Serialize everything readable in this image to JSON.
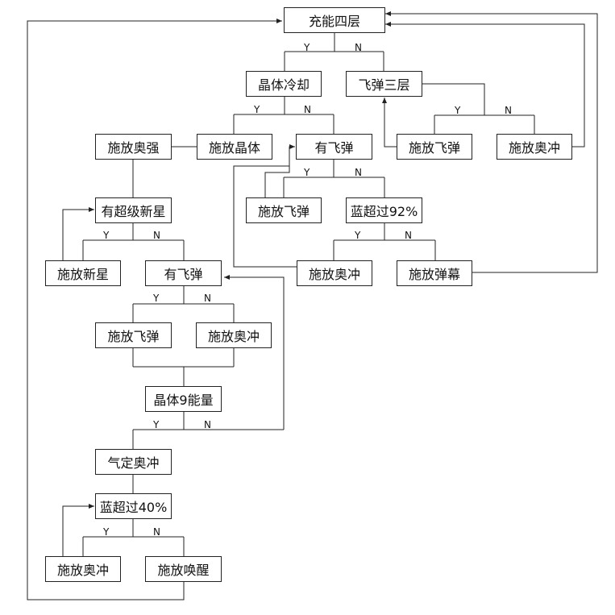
{
  "nodes": {
    "n_top": "充能四层",
    "n_crystal_cd": "晶体冷却",
    "n_fly3": "飞弹三层",
    "n_cast_orb_strong": "施放奥强",
    "n_cast_crystal": "施放晶体",
    "n_has_fly_a": "有飞弹",
    "n_cast_fly_r": "施放飞弹",
    "n_cast_ac_r": "施放奥冲",
    "n_cast_fly_m": "施放飞弹",
    "n_blue92": "蓝超过92%",
    "n_supernova": "有超级新星",
    "n_cast_nova": "施放新星",
    "n_has_fly_b": "有飞弹",
    "n_cast_ac_m": "施放奥冲",
    "n_cast_barrage": "施放弹幕",
    "n_cast_fly_l": "施放飞弹",
    "n_cast_ac_l": "施放奥冲",
    "n_crystal9": "晶体9能量",
    "n_qiding": "气定奥冲",
    "n_blue40": "蓝超过40%",
    "n_cast_ac_b": "施放奥冲",
    "n_cast_awaken": "施放唤醒"
  },
  "branch_labels": {
    "yes": "Y",
    "no": "N"
  }
}
